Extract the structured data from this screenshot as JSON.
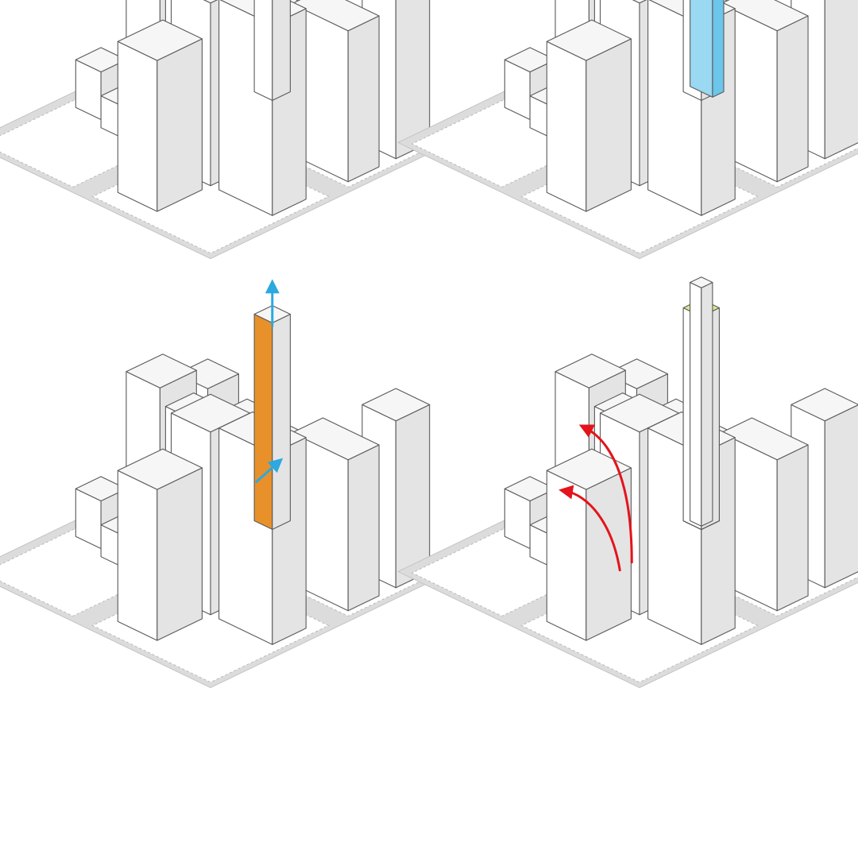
{
  "figure": {
    "panel_count": 4,
    "panels": [
      {
        "id": "panel-1",
        "variant": "existing-context",
        "annotations": []
      },
      {
        "id": "panel-2",
        "variant": "facade-rotation",
        "annotations": [
          "rotation-arrow",
          "rotation-arrow"
        ]
      },
      {
        "id": "panel-3",
        "variant": "vertical-extension",
        "annotations": [
          "up-arrow",
          "diagonal-arrow"
        ]
      },
      {
        "id": "panel-4",
        "variant": "setback-terraces",
        "annotations": [
          "curved-arrow",
          "curved-arrow"
        ]
      }
    ],
    "colors": {
      "background": "#ffffff",
      "street": "#dcdcdc",
      "block_outline": "#b9b9b9",
      "building_top": "#f6f6f6",
      "building_left": "#ffffff",
      "building_right": "#e4e4e4",
      "building_stroke": "#5a5a5a",
      "plaza_green": "#b5d334",
      "tree_dark": "#8cae1c",
      "accent_blue": "#6cc5ea",
      "accent_orange": "#e8912a",
      "accent_red": "#e3141b",
      "arrow_blue": "#2ba9e0"
    }
  }
}
